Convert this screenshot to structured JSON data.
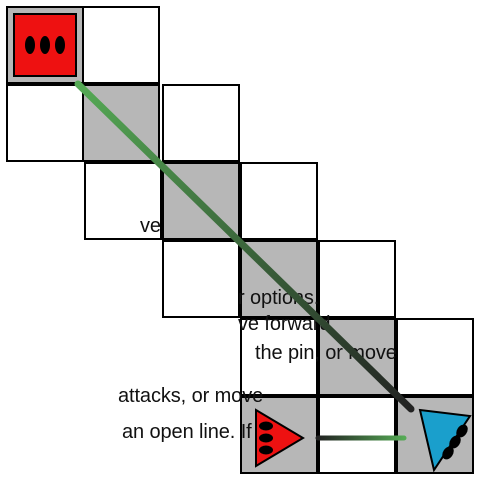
{
  "caption_fragments": {
    "line_1": "ve",
    "line_2": "r options.",
    "line_3": "ve forward",
    "line_4": "the pin, or move",
    "line_5": "attacks, or move",
    "line_6": "an open line. If"
  },
  "pieces": {
    "red_square": {
      "color": "#ee1111",
      "icon": "red-square-three-dots",
      "pip_count": 3
    },
    "red_triangle": {
      "color": "#ee1111",
      "icon": "red-triangle-three-dots",
      "pip_count": 3
    },
    "blue_triangle": {
      "color": "#1a9fcc",
      "icon": "blue-triangle-three-dots",
      "pip_count": 3
    }
  },
  "arrows": {
    "diagonal": {
      "from_color": "#55aa55",
      "to_color": "#222222"
    },
    "horizontal": {
      "from_color": "#222222",
      "to_color": "#55aa55"
    }
  },
  "colors": {
    "shaded_square": "#b7b7b7",
    "light_square": "#ffffff",
    "grid_line": "#000000"
  }
}
